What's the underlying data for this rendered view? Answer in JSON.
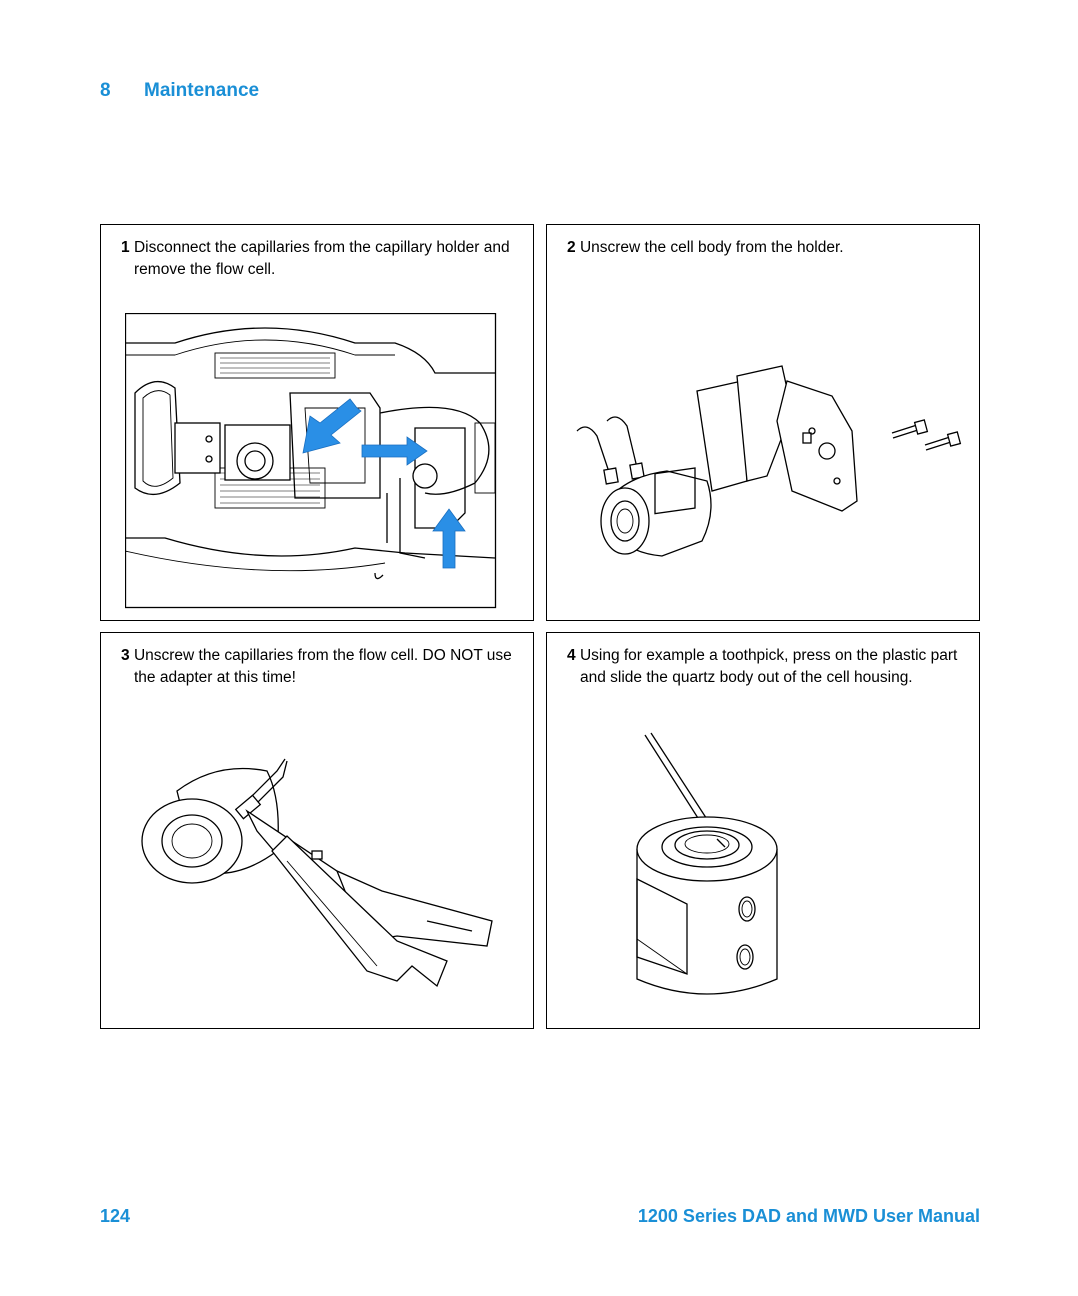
{
  "header": {
    "chapter_number": "8",
    "chapter_title": "Maintenance"
  },
  "steps": [
    {
      "number": "1",
      "text": "Disconnect the capillaries from the capillary holder and remove the flow cell."
    },
    {
      "number": "2",
      "text": "Unscrew the cell body from the holder."
    },
    {
      "number": "3",
      "text": "Unscrew the capillaries from the flow cell. DO NOT use the adapter at this time!"
    },
    {
      "number": "4",
      "text": "Using for example a toothpick, press on the plastic part and slide the quartz body out of the cell housing."
    }
  ],
  "footer": {
    "page_number": "124",
    "manual_title": "1200 Series DAD and MWD User Manual"
  },
  "colors": {
    "accent": "#1a8fd6",
    "arrow": "#2a8fe6"
  },
  "icons": [
    "flow-cell-assembly-illustration",
    "cell-body-holder-illustration",
    "capillary-wrench-illustration",
    "quartz-body-toothpick-illustration"
  ]
}
